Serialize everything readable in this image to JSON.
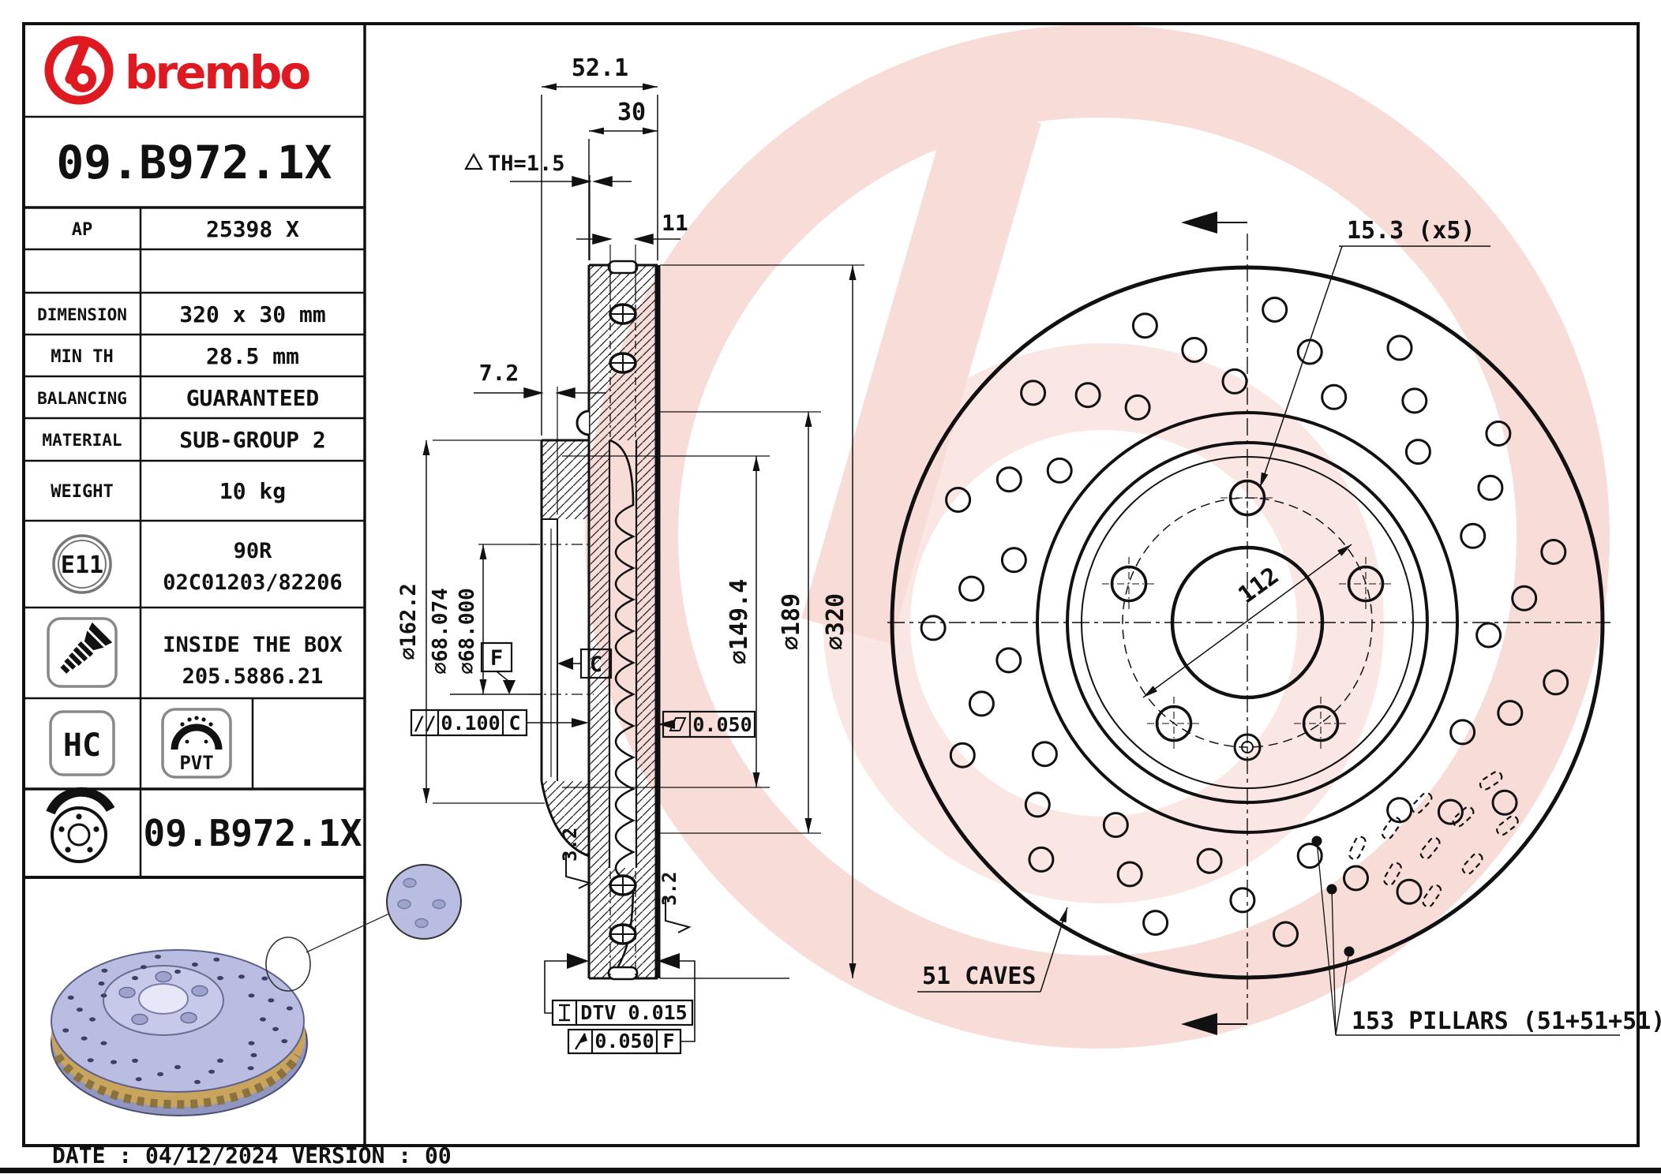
{
  "brand": {
    "wordmark": "brembo"
  },
  "header": {
    "part_number": "09.B972.1X"
  },
  "spec_table": {
    "rows": [
      {
        "label": "AP",
        "value": "25398 X"
      },
      {
        "label": "",
        "value": ""
      },
      {
        "label": "DIMENSION",
        "value": "320 x 30 mm"
      },
      {
        "label": "MIN TH",
        "value": "28.5 mm"
      },
      {
        "label": "BALANCING",
        "value": "GUARANTEED"
      },
      {
        "label": "MATERIAL",
        "value": "SUB-GROUP 2"
      },
      {
        "label": "WEIGHT",
        "value": "10 kg"
      }
    ],
    "e11": {
      "badge": "E11",
      "line1": "90R",
      "line2": "02C01203/82206"
    },
    "box": {
      "line1": "INSIDE THE BOX",
      "line2": "205.5886.21"
    },
    "hc_label": "HC",
    "pvt_label": "PVT",
    "part_number_repeat": "09.B972.1X"
  },
  "footer": {
    "text": "DATE : 04/12/2024 VERSION : 00"
  },
  "section": {
    "dim_52_1": "52.1",
    "dim_30": "30",
    "dim_th": "TH=1.5",
    "dim_11": "11",
    "dim_7_2": "7.2",
    "dia_162_2": "⌀162.2",
    "dia_68_074": "⌀68.074",
    "dia_68_000": "⌀68.000",
    "dia_149_4": "⌀149.4",
    "dia_189": "⌀189",
    "dia_320": "⌀320",
    "datum_f": "F",
    "datum_c": "C",
    "parallelism_symbol": "//",
    "parallelism": "0.100",
    "parallelism_datum": "C",
    "flatness": "0.050",
    "dtv": "DTV 0.015",
    "runout": "0.050",
    "runout_datum": "F",
    "roughness_left": "3.2",
    "roughness_right": "3.2"
  },
  "front": {
    "dim_holes": "15.3 (x5)",
    "dim_bolt_circle": "112",
    "caves": "51 CAVES",
    "pillars": "153 PILLARS (51+51+51)"
  },
  "colors": {
    "brand_red": "#e0181f",
    "watermark_pink": "#f2c0b8",
    "watermark_pink_light": "#f6d2cb",
    "disc_lavender": "#b9bde1",
    "disc_gold": "#c9a45c"
  }
}
